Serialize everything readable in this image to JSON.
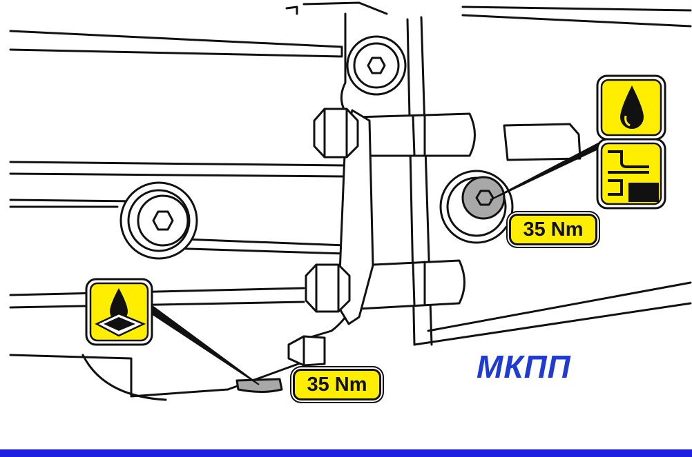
{
  "diagram": {
    "caption": "МКПП",
    "torque_labels": [
      "35 Nm",
      "35 Nm"
    ],
    "icons": {
      "fill_plug": [
        "oil-drop-icon",
        "fill-level-icon"
      ],
      "drain_plug": [
        "drain-pan-icon"
      ]
    }
  },
  "colors": {
    "label_yellow": "#ffee00",
    "caption_blue": "#1f3bd1",
    "rule_blue": "#1f1fe0",
    "outline": "#111111",
    "plug_gray": "#a8a8a8"
  }
}
